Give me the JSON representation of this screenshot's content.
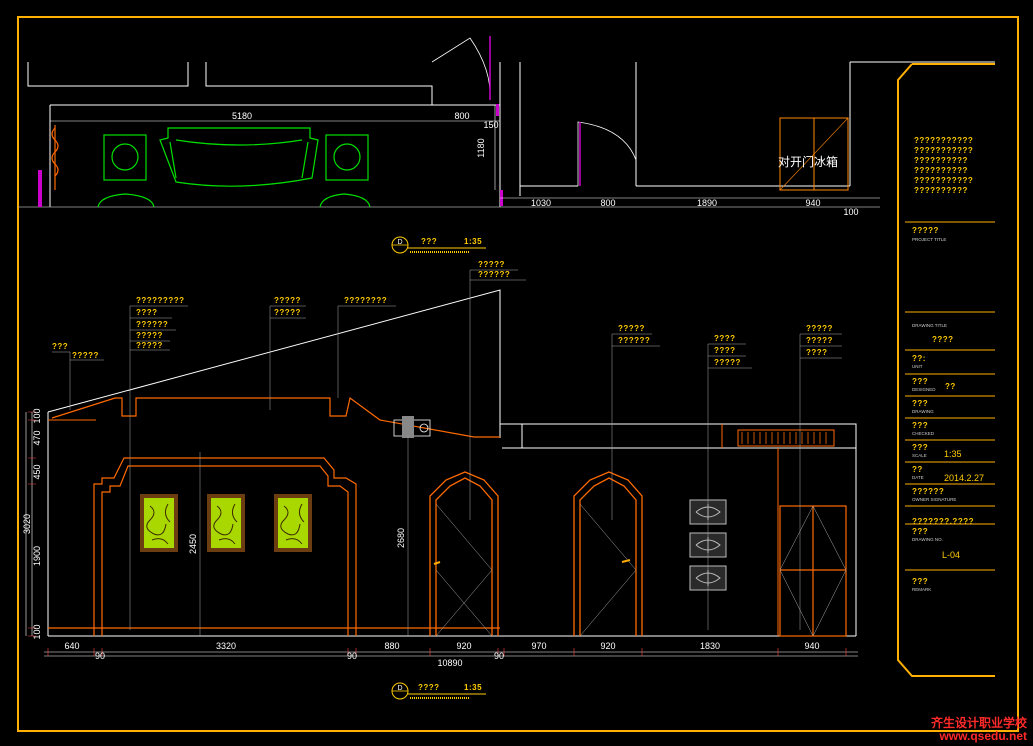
{
  "plan": {
    "top_dims": [
      "5180",
      "800",
      "150",
      "1180",
      "1030",
      "800",
      "1890",
      "940",
      "100"
    ],
    "fridge_label": "对开门冰箱"
  },
  "section_marks": [
    {
      "letter": "D",
      "text": "???",
      "scale": "1:35"
    },
    {
      "letter": "D",
      "text": "????",
      "scale": "1:35"
    }
  ],
  "annotations": {
    "left_small": [
      "???",
      "?????"
    ],
    "left_group": [
      "?????????",
      "????",
      "??????",
      "?????",
      "?????"
    ],
    "mid_group": [
      "?????",
      "?????"
    ],
    "mid_right": [
      "????????"
    ],
    "top_group": [
      "?????",
      "??????"
    ],
    "door_group": [
      "?????",
      "??????"
    ],
    "panel_group": [
      "????",
      "????",
      "?????"
    ],
    "right_group": [
      "?????",
      "?????",
      "????"
    ]
  },
  "elevation_dims": {
    "bottom_row": [
      "640",
      "90",
      "3320",
      "90",
      "880",
      "920",
      "90",
      "970",
      "920",
      "1830",
      "940"
    ],
    "total": "10890",
    "left_col": [
      "100",
      "470",
      "450",
      "1900",
      "100"
    ],
    "left_total": "3020",
    "inner_height": "2450",
    "door_height": "2680"
  },
  "title_block": {
    "notes": [
      "???????????",
      "???????????",
      "??????????",
      "??????????",
      "???????????",
      "??????????"
    ],
    "project_title": "?????",
    "project_title_label": "PROJECT TITLE",
    "drawing_title_label": "DRAWING TITLE",
    "drawing_title": "????",
    "unit": "??:",
    "unit_label": "UNIT",
    "designed": "???",
    "designed_label": "DESIGNED",
    "designed_value": "??",
    "drawing": "???",
    "drawing_label": "DRAWING",
    "checked": "???",
    "checked_label": "CHECKED",
    "scale": "???",
    "scale_label": "SCALE",
    "scale_value": "1:35",
    "date": "??",
    "date_label": "DATE",
    "date_value": "2014.2.27",
    "owner": "??????",
    "owner_label": "OWNER SIGNATURE",
    "drawing_no_code": "???????.????",
    "drawing_no": "???",
    "drawing_no_label": "DRAWING NO.",
    "drawing_no_value": "L-04",
    "remark": "???",
    "remark_label": "REMARK"
  },
  "watermark": {
    "line1": "齐生设计职业学校",
    "line2": "www.qsedu.net"
  },
  "colors": {
    "frame": "#ffb000",
    "line_orange": "#ff6a00",
    "line_white": "#ffffff",
    "green": "#00e000",
    "text_yellow": "#ffcc00"
  }
}
